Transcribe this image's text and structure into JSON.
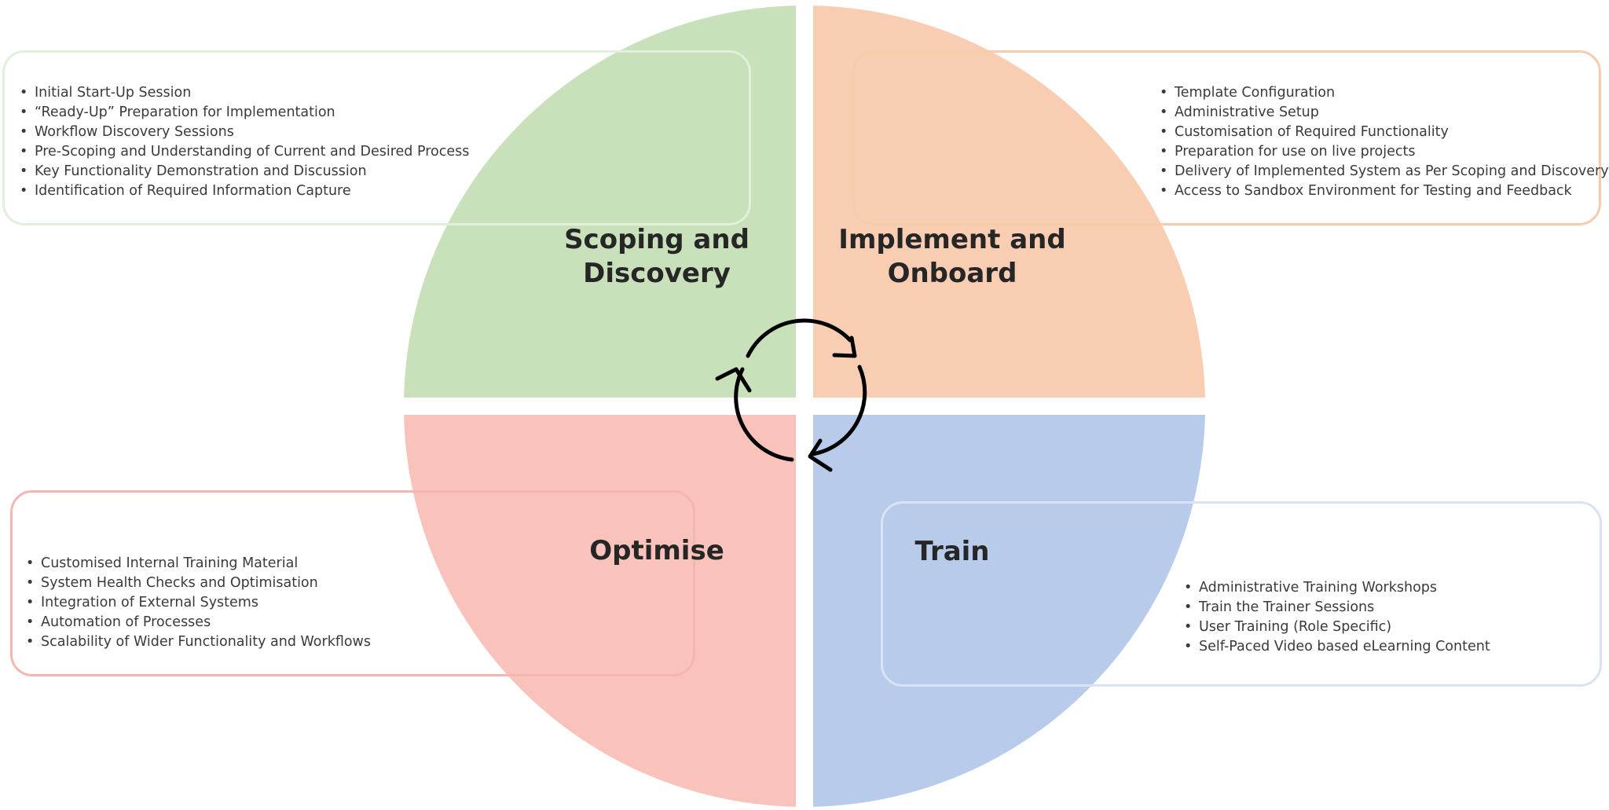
{
  "quadrants": {
    "scoping": {
      "title_line1": "Scoping and",
      "title_line2": "Discovery",
      "color": "#c9e1bb",
      "items": [
        "Initial Start-Up Session",
        "“Ready-Up” Preparation for Implementation",
        "Workflow Discovery Sessions",
        "Pre-Scoping and Understanding of Current and Desired Process",
        "Key Functionality Demonstration and Discussion",
        "Identification of Required Information Capture"
      ]
    },
    "implement": {
      "title_line1": "Implement and",
      "title_line2": "Onboard",
      "color": "#f8cdb2",
      "items": [
        "Template Configuration",
        "Administrative Setup",
        "Customisation of Required Functionality",
        "Preparation for use on live projects",
        "Delivery of Implemented System as Per Scoping and Discovery",
        "Access to Sandbox Environment for Testing and Feedback"
      ]
    },
    "optimise": {
      "title": "Optimise",
      "color": "#f9c2bb",
      "items": [
        "Customised Internal Training Material",
        "System Health Checks and Optimisation",
        "Integration of External Systems",
        "Automation of Processes",
        "Scalability of Wider Functionality and Workflows"
      ]
    },
    "train": {
      "title": "Train",
      "color": "#b8cbea",
      "items": [
        "Administrative Training Workshops",
        "Train the Trainer Sessions",
        "User Training (Role Specific)",
        "Self-Paced Video based eLearning Content"
      ]
    }
  },
  "cycle_icon": "circular-arrows-icon"
}
